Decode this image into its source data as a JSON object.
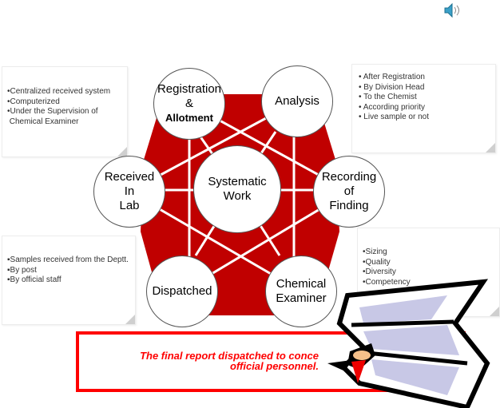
{
  "nodes": {
    "center": [
      "Systematic",
      "Work"
    ],
    "registration": [
      "Registration",
      "&",
      "Allotment"
    ],
    "analysis": [
      "Analysis"
    ],
    "received": [
      "Received",
      "In",
      "Lab"
    ],
    "recording": [
      "Recording",
      "of",
      "Finding"
    ],
    "dispatched": [
      "Dispatched"
    ],
    "chemical": [
      "Chemical",
      "Examiner"
    ]
  },
  "notes": {
    "top_left": [
      "•Centralized received system",
      "•Computerized",
      "•Under the Supervision of",
      " Chemical Examiner"
    ],
    "top_right": [
      "• After Registration",
      "• By Division Head",
      "• To the Chemist",
      "• According priority",
      "• Live sample or not"
    ],
    "bottom_left": [
      "▪Samples received from the Deptt.",
      "▪By post",
      "▪By official staff"
    ],
    "bottom_right": [
      "•Sizing",
      "•Quality",
      "•Diversity",
      "•Competency"
    ]
  },
  "report": {
    "line1": "The final report dispatched to conce",
    "line2": "official personnel."
  },
  "colors": {
    "hexagon": "#c00000",
    "report_border": "#ff0000",
    "report_text": "#ff0000"
  },
  "icons": {
    "speaker": "speaker-icon",
    "document": "document-clipart-icon"
  }
}
